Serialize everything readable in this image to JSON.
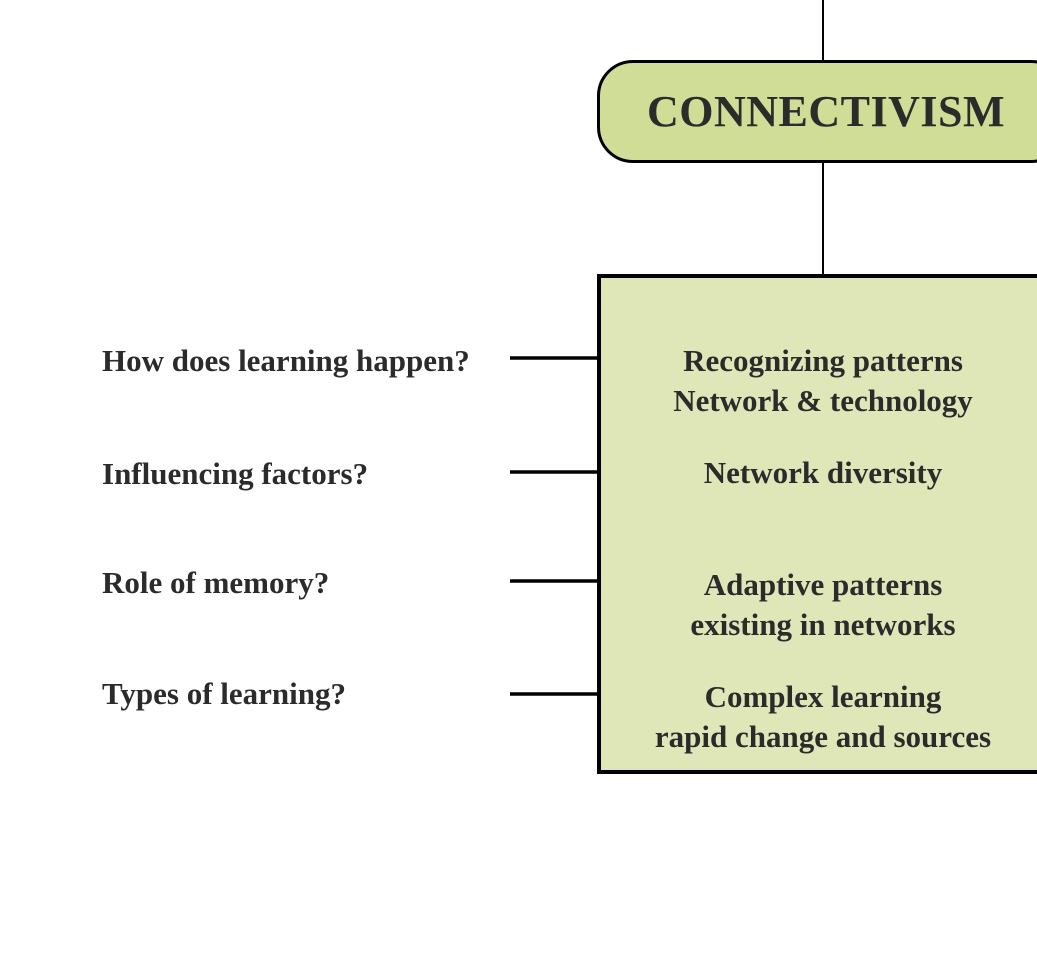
{
  "diagram": {
    "title": "CONNECTIVISM",
    "rows": [
      {
        "question": "How does learning happen?",
        "answer_line1": "Recognizing patterns",
        "answer_line2": "Network & technology"
      },
      {
        "question": "Influencing factors?",
        "answer_line1": "Network diversity",
        "answer_line2": ""
      },
      {
        "question": "Role of memory?",
        "answer_line1": "Adaptive patterns",
        "answer_line2": "existing in networks"
      },
      {
        "question": "Types of learning?",
        "answer_line1": "Complex learning",
        "answer_line2": "rapid change and sources"
      }
    ],
    "colors": {
      "title_fill": "#cfdd96",
      "box_fill": "#dfe7b8",
      "text": "#2b2b2b",
      "stroke": "#000000"
    }
  }
}
